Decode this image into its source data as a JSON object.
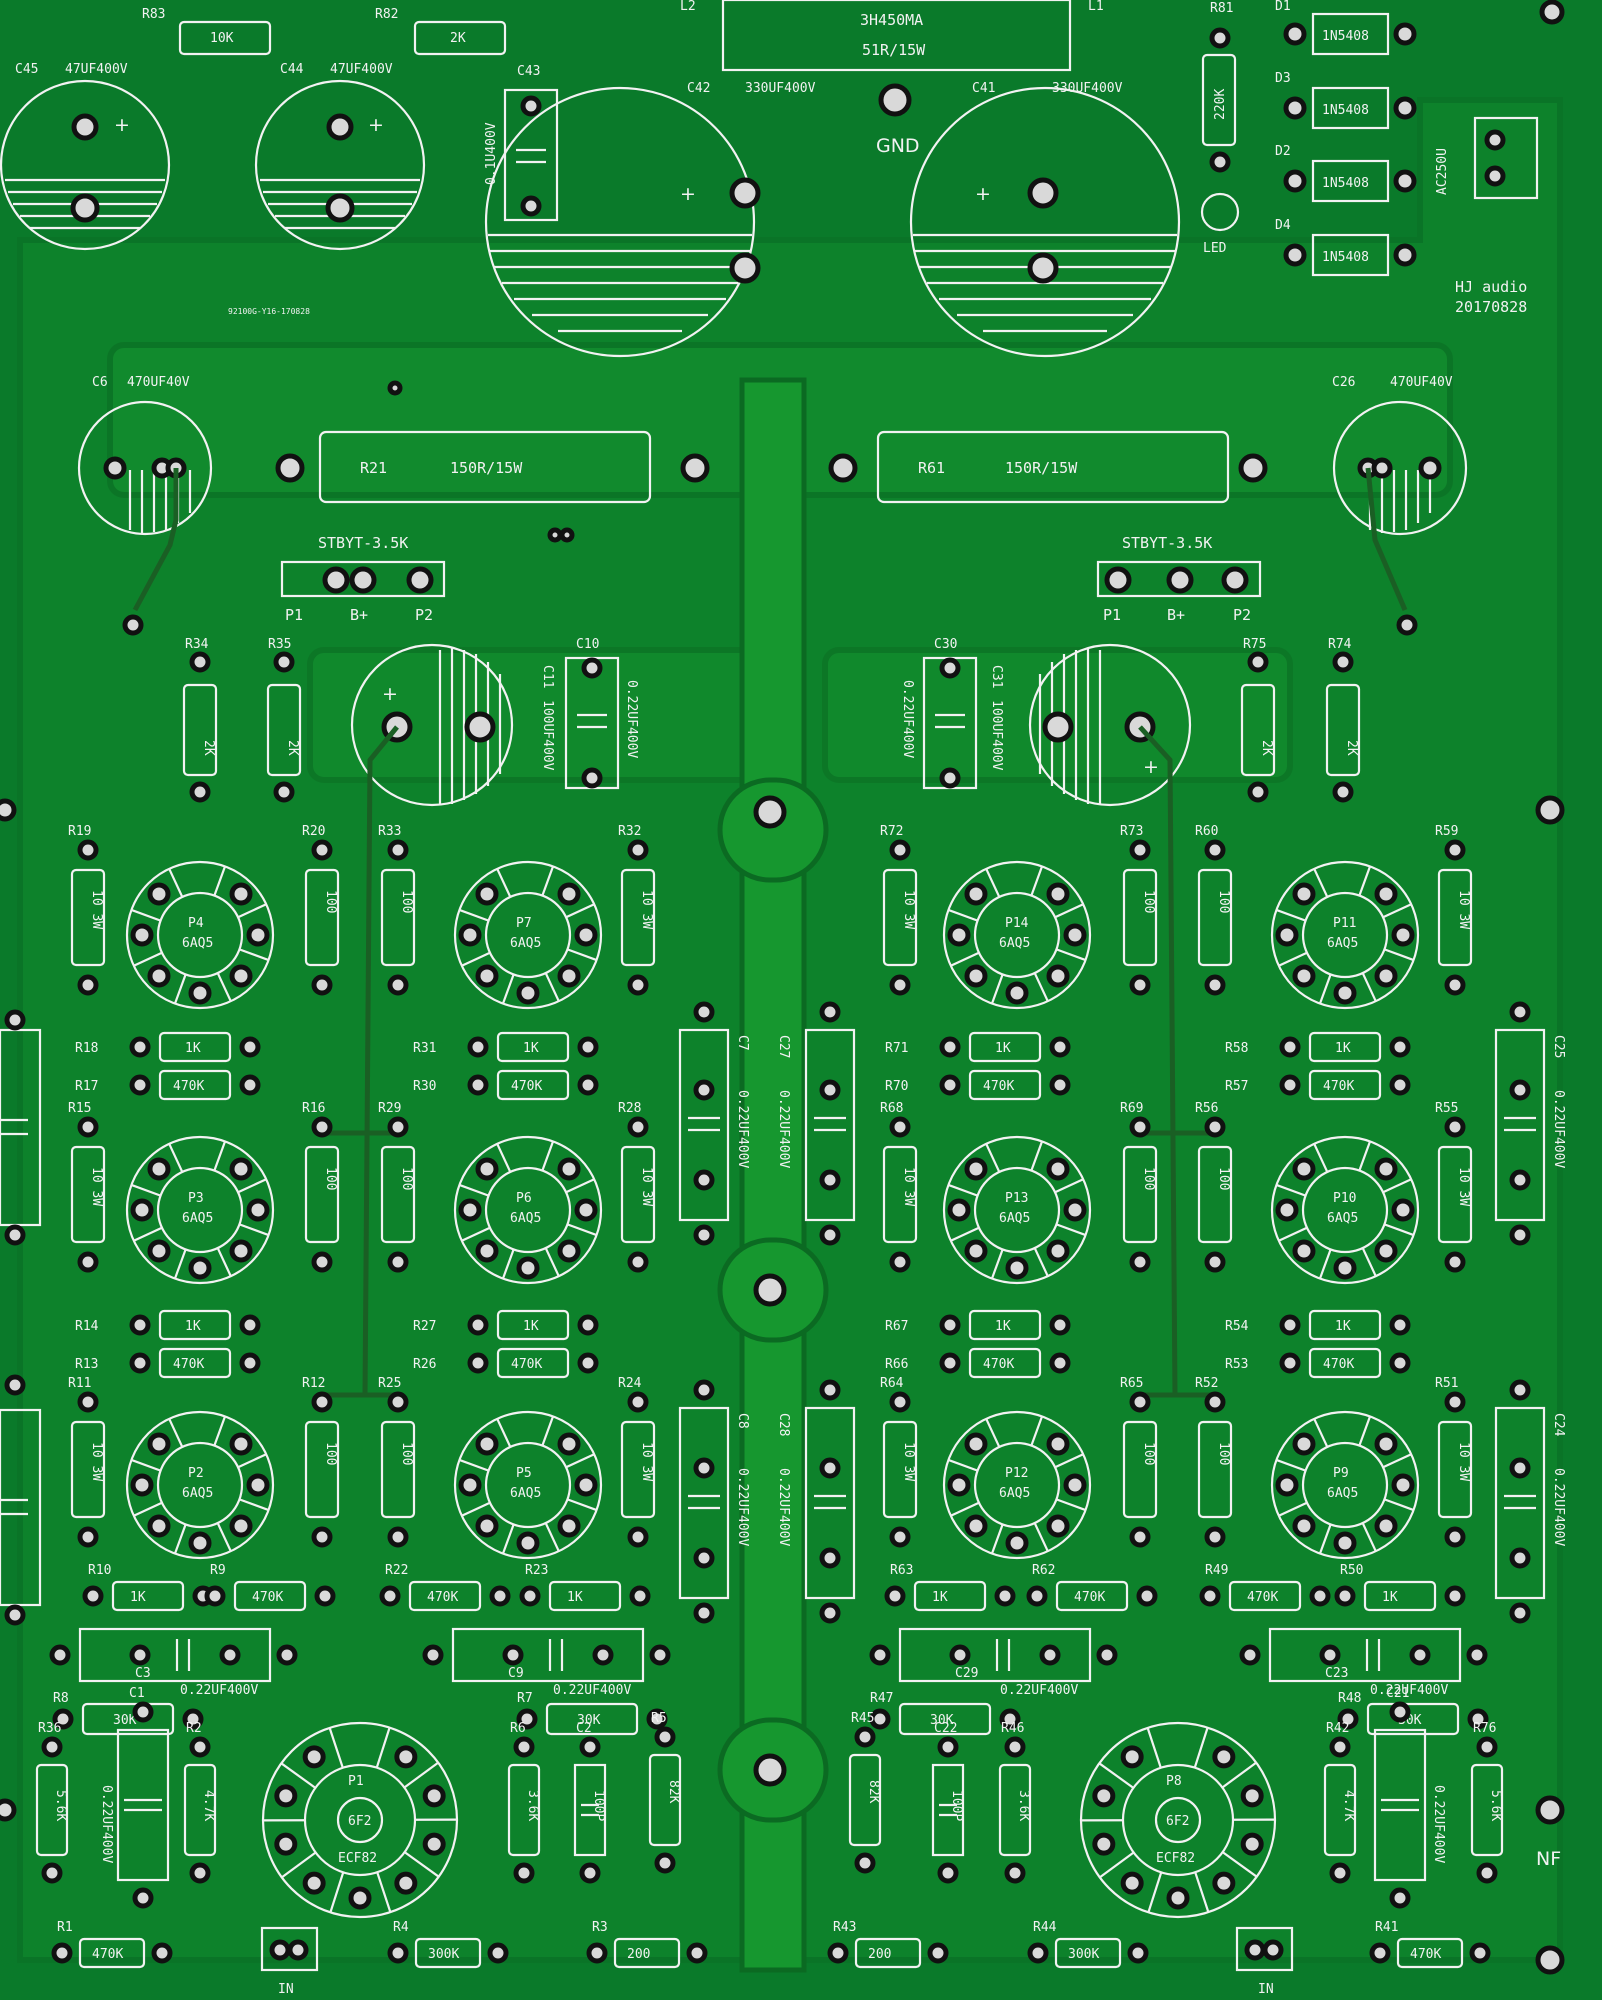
{
  "colors": {
    "board": "#0a7a2a",
    "plane": "#15922f",
    "silk": "#f2f2f2"
  },
  "credit": {
    "brand": "HJ audio",
    "date": "20170828"
  },
  "serial": "92100G-Y16-170828",
  "gnd_label": "GND",
  "led_label": "LED",
  "ac_label": "AC250U",
  "nf_label": "NF",
  "fuse": {
    "ref_left": "L2",
    "ref_right": "L1",
    "line1": "3H450MA",
    "line2": "51R/15W"
  },
  "power_caps": [
    {
      "ref": "C45",
      "value": "47UF400V"
    },
    {
      "ref": "C44",
      "value": "47UF400V"
    },
    {
      "ref": "C42",
      "value": "330UF400V"
    },
    {
      "ref": "C41",
      "value": "330UF400V"
    }
  ],
  "c43": {
    "ref": "C43",
    "value": "0.1U400V"
  },
  "top_resistors": [
    {
      "ref": "R83",
      "value": "10K"
    },
    {
      "ref": "R82",
      "value": "2K"
    },
    {
      "ref": "R81",
      "value": "220K"
    }
  ],
  "diodes": [
    {
      "ref": "D1",
      "value": "1N5408"
    },
    {
      "ref": "D3",
      "value": "1N5408"
    },
    {
      "ref": "D2",
      "value": "1N5408"
    },
    {
      "ref": "D4",
      "value": "1N5408"
    }
  ],
  "filter": {
    "left": {
      "cap_ref": "C6",
      "cap_value": "470UF40V",
      "res_ref": "R21",
      "res_value": "150R/15W",
      "stby": "STBYT-3.5K"
    },
    "right": {
      "cap_ref": "C26",
      "cap_value": "470UF40V",
      "res_ref": "R61",
      "res_value": "150R/15W",
      "stby": "STBYT-3.5K"
    }
  },
  "stby_pins": [
    "P1",
    "B+",
    "P2"
  ],
  "mid": {
    "left": {
      "r1": "R34",
      "r2": "R35",
      "rv": "2K",
      "cap_ref": "C11",
      "cap_value": "100UF400V",
      "c2_ref": "C10",
      "c2_value": "0.22UF400V"
    },
    "right": {
      "r1": "R75",
      "r2": "R74",
      "rv": "2K",
      "cap_ref": "C31",
      "cap_value": "100UF400V",
      "c2_ref": "C30",
      "c2_value": "0.22UF400V"
    }
  },
  "tubes": [
    {
      "ref": "P4",
      "type": "6AQ5"
    },
    {
      "ref": "P7",
      "type": "6AQ5"
    },
    {
      "ref": "P14",
      "type": "6AQ5"
    },
    {
      "ref": "P11",
      "type": "6AQ5"
    },
    {
      "ref": "P3",
      "type": "6AQ5"
    },
    {
      "ref": "P6",
      "type": "6AQ5"
    },
    {
      "ref": "P13",
      "type": "6AQ5"
    },
    {
      "ref": "P10",
      "type": "6AQ5"
    },
    {
      "ref": "P2",
      "type": "6AQ5"
    },
    {
      "ref": "P5",
      "type": "6AQ5"
    },
    {
      "ref": "P12",
      "type": "6AQ5"
    },
    {
      "ref": "P9",
      "type": "6AQ5"
    }
  ],
  "row_resistors": [
    [
      {
        "ref": "R19",
        "v": "10 3W"
      },
      {
        "ref": "R20",
        "v": "100"
      },
      {
        "ref": "R33",
        "v": "100"
      },
      {
        "ref": "R32",
        "v": "10 3W"
      },
      {
        "ref": "R72",
        "v": "10 3W"
      },
      {
        "ref": "R73",
        "v": "100"
      },
      {
        "ref": "R60",
        "v": "100"
      },
      {
        "ref": "R59",
        "v": "10 3W"
      }
    ],
    [
      {
        "ref": "R15",
        "v": "10 3W"
      },
      {
        "ref": "R16",
        "v": "100"
      },
      {
        "ref": "R29",
        "v": "100"
      },
      {
        "ref": "R28",
        "v": "10 3W"
      },
      {
        "ref": "R68",
        "v": "10 3W"
      },
      {
        "ref": "R69",
        "v": "100"
      },
      {
        "ref": "R56",
        "v": "100"
      },
      {
        "ref": "R55",
        "v": "10 3W"
      }
    ],
    [
      {
        "ref": "R11",
        "v": "10 3W"
      },
      {
        "ref": "R12",
        "v": "100"
      },
      {
        "ref": "R25",
        "v": "100"
      },
      {
        "ref": "R24",
        "v": "10 3W"
      },
      {
        "ref": "R64",
        "v": "10 3W"
      },
      {
        "ref": "R65",
        "v": "100"
      },
      {
        "ref": "R52",
        "v": "100"
      },
      {
        "ref": "R51",
        "v": "10 3W"
      }
    ]
  ],
  "pair_resistors": [
    [
      {
        "a": "R18",
        "av": "1K",
        "b": "R17",
        "bv": "470K"
      },
      {
        "a": "R31",
        "av": "1K",
        "b": "R30",
        "bv": "470K"
      },
      {
        "a": "R71",
        "av": "1K",
        "b": "R70",
        "bv": "470K"
      },
      {
        "a": "R58",
        "av": "1K",
        "b": "R57",
        "bv": "470K"
      }
    ],
    [
      {
        "a": "R14",
        "av": "1K",
        "b": "R13",
        "bv": "470K"
      },
      {
        "a": "R27",
        "av": "1K",
        "b": "R26",
        "bv": "470K"
      },
      {
        "a": "R67",
        "av": "1K",
        "b": "R66",
        "bv": "470K"
      },
      {
        "a": "R54",
        "av": "1K",
        "b": "R53",
        "bv": "470K"
      }
    ]
  ],
  "coupling_caps": [
    {
      "ref": "C7",
      "value": "0.22UF400V"
    },
    {
      "ref": "C27",
      "value": "0.22UF400V"
    },
    {
      "ref": "C25",
      "value": "0.22UF400V"
    },
    {
      "ref": "C8",
      "value": "0.22UF400V"
    },
    {
      "ref": "C28",
      "value": "0.22UF400V"
    },
    {
      "ref": "C24",
      "value": "0.22UF400V"
    }
  ],
  "bottom_row_res": [
    {
      "ref": "R10",
      "v": "1K"
    },
    {
      "ref": "R9",
      "v": "470K"
    },
    {
      "ref": "R22",
      "v": "470K"
    },
    {
      "ref": "R23",
      "v": "1K"
    },
    {
      "ref": "R63",
      "v": "1K"
    },
    {
      "ref": "R62",
      "v": "470K"
    },
    {
      "ref": "R49",
      "v": "470K"
    },
    {
      "ref": "R50",
      "v": "1K"
    }
  ],
  "film_caps": [
    {
      "ref": "C3",
      "value": "0.22UF400V"
    },
    {
      "ref": "C9",
      "value": "0.22UF400V"
    },
    {
      "ref": "C29",
      "value": "0.22UF400V"
    },
    {
      "ref": "C23",
      "value": "0.22UF400V"
    }
  ],
  "r30k": [
    {
      "ref": "R8",
      "v": "30K"
    },
    {
      "ref": "R7",
      "v": "30K"
    },
    {
      "ref": "R47",
      "v": "30K"
    },
    {
      "ref": "R48",
      "v": "30K"
    }
  ],
  "ecf": [
    {
      "ref": "P1",
      "t1": "6F2",
      "t2": "ECF82"
    },
    {
      "ref": "P8",
      "t1": "6F2",
      "t2": "ECF82"
    }
  ],
  "lower_parts": {
    "left": [
      {
        "ref": "R36",
        "v": "5.6K"
      },
      {
        "ref": "C1",
        "v": "0.22UF400V"
      },
      {
        "ref": "R2",
        "v": "4.7K"
      },
      {
        "ref": "R6",
        "v": "3.6K"
      },
      {
        "ref": "C2",
        "v": "100P"
      },
      {
        "ref": "R5",
        "v": "82K"
      }
    ],
    "right": [
      {
        "ref": "R45",
        "v": "82K"
      },
      {
        "ref": "C22",
        "v": "100P"
      },
      {
        "ref": "R46",
        "v": "3.6K"
      },
      {
        "ref": "R42",
        "v": "4.7K"
      },
      {
        "ref": "C21",
        "v": "0.22UF400V"
      },
      {
        "ref": "R76",
        "v": "5.6K"
      }
    ]
  },
  "input_row": [
    {
      "ref": "R1",
      "v": "470K"
    },
    {
      "ref": "R4",
      "v": "300K"
    },
    {
      "ref": "R3",
      "v": "200"
    },
    {
      "ref": "R43",
      "v": "200"
    },
    {
      "ref": "R44",
      "v": "300K"
    },
    {
      "ref": "R41",
      "v": "470K"
    }
  ],
  "in_label": "IN"
}
